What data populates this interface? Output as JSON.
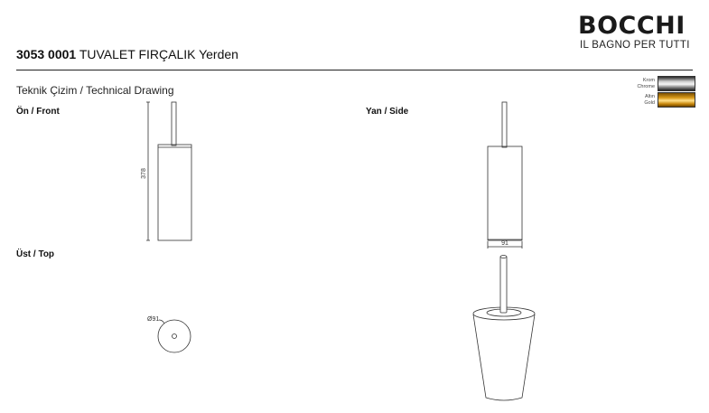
{
  "brand": {
    "name": "BOCCHI",
    "tagline": "IL BAGNO PER TUTTI"
  },
  "product": {
    "code": "3053 0001",
    "name": "TUVALET FIRÇALIK Yerden"
  },
  "subtitle": "Teknik Çizim / Technical Drawing",
  "views": {
    "front": "Ön / Front",
    "side": "Yan / Side",
    "top": "Üst / Top"
  },
  "finishes": [
    {
      "tr": "Krom",
      "en": "Chrome",
      "color": "#c8c8c8"
    },
    {
      "tr": "Altın",
      "en": "Gold",
      "color": "#d99a1a"
    }
  ],
  "dimensions": {
    "height": "378",
    "width": "91",
    "diameter": "Ø91"
  }
}
